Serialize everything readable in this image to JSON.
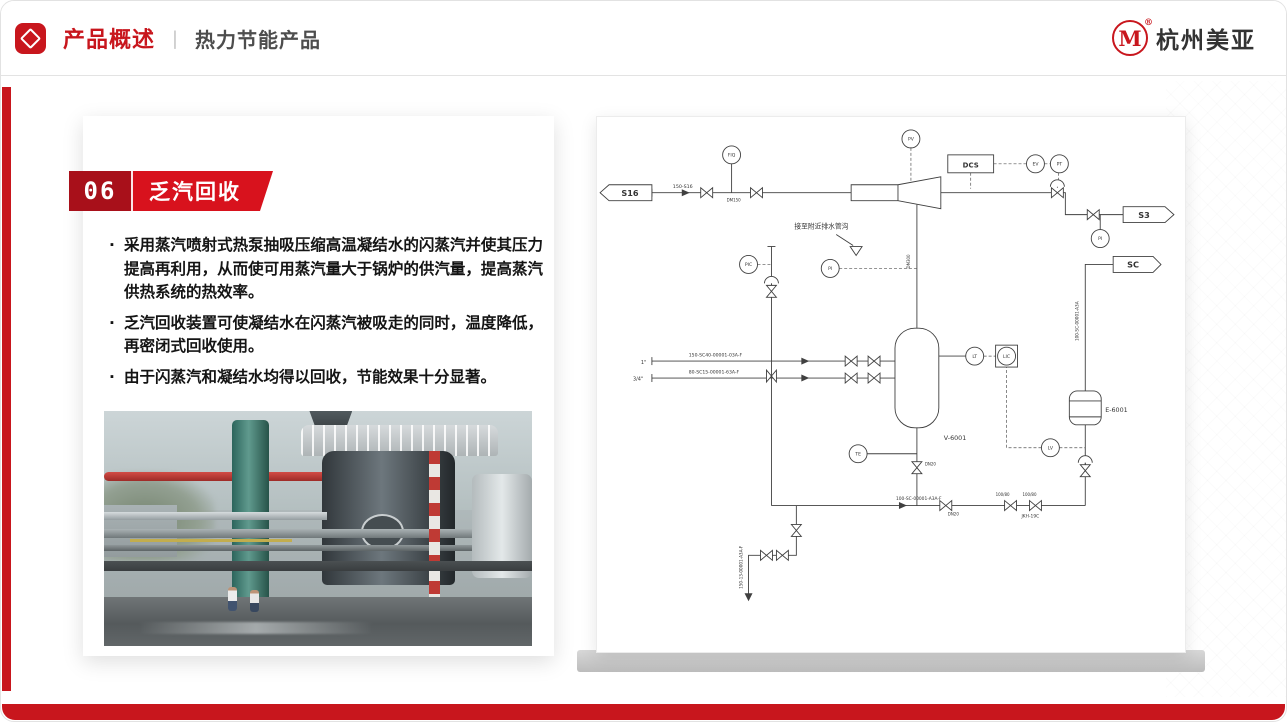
{
  "colors": {
    "accent": "#c8161d",
    "banner": "#d8121d",
    "banner_dark": "#a8101a"
  },
  "header": {
    "title": "产品概述",
    "divider": "丨",
    "subtitle": "热力节能产品",
    "brand": {
      "mark": "M",
      "reg": "®",
      "name": "杭州美亚"
    }
  },
  "card": {
    "number": "06",
    "title": "乏汽回收",
    "bullets": [
      "采用蒸汽喷射式热泵抽吸压缩高温凝结水的闪蒸汽并使其压力提高再利用，从而使可用蒸汽量大于锅炉的供汽量，提高蒸汽供热系统的热效率。",
      "乏汽回收装置可使凝结水在闪蒸汽被吸走的同时，温度降低，再密闭式回收使用。",
      "由于闪蒸汽和凝结水均得以回收，节能效果十分显著。"
    ]
  },
  "diagram": {
    "flags": {
      "s16": "S16",
      "s3": "S3",
      "sc": "SC"
    },
    "dcs": "DCS",
    "equipment": {
      "vessel": "V-6001",
      "exchanger": "E-6001"
    },
    "note": "接至附近排水管沟",
    "lines": {
      "a": "150-S16",
      "b": "150-SC40-00001-03A-F",
      "c": "80-SC15-00001-63A-F",
      "d": "100-SC-00001-A3A-F",
      "e": "100-SC-00001-A3A",
      "f": "150-13-00001-A3A-F"
    },
    "tags": {
      "fiq": "FIQ",
      "pv": "PV",
      "ev": "EV",
      "pt": "PT",
      "pi": "PI",
      "pic": "PIC",
      "lt": "LT",
      "lic": "LIC",
      "lv": "LV",
      "te": "TE"
    },
    "misc": {
      "jkh": "JKH-19C",
      "dn20": "DN20",
      "dm150": "DM150",
      "dm300": "DM300",
      "r": "100/80",
      "s1": "1\"",
      "s2": "3/4\""
    }
  }
}
